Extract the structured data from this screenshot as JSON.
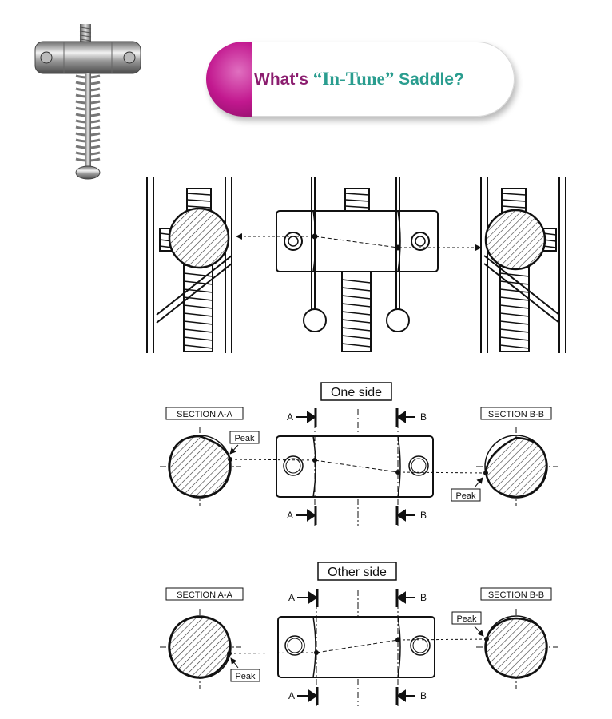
{
  "banner": {
    "part1": "What's ",
    "part2": "“In-Tune”",
    "part3": " Saddle?"
  },
  "colors": {
    "accent": "#c2188f",
    "title": "#8b1d6f",
    "teal": "#2a9d8f"
  },
  "one_side": {
    "title": "One side",
    "section_a": "SECTION A-A",
    "section_b": "SECTION B-B",
    "peak": "Peak",
    "marker_a": "A",
    "marker_b": "B"
  },
  "other_side": {
    "title": "Other side",
    "section_a": "SECTION A-A",
    "section_b": "SECTION B-B",
    "peak": "Peak",
    "marker_a": "A",
    "marker_b": "B"
  }
}
